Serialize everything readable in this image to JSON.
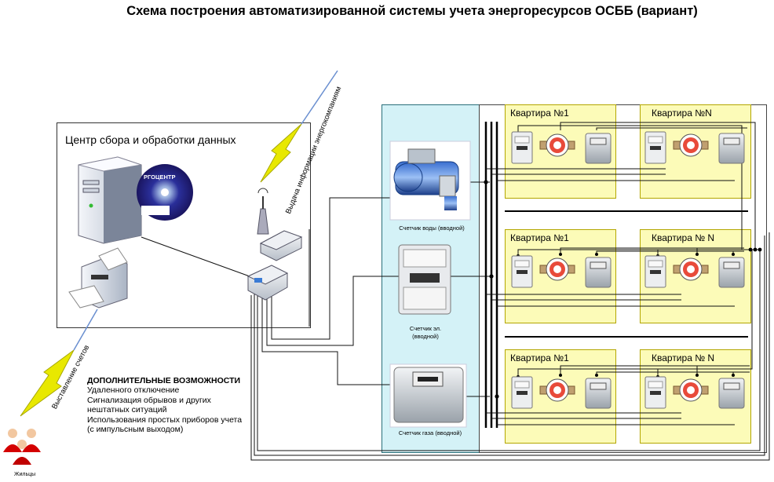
{
  "title": "Схема построения автоматизированной системы учета энергоресурсов ОСББ (вариант)",
  "center": {
    "label": "Центр сбора и обработки данных",
    "disc_text": "РГОЦЕНТР"
  },
  "links": {
    "info_output": "Выдача информации энергокомпаниям",
    "bill_output": "Выставление счетов"
  },
  "meters": {
    "water": "Счетчик воды (вводной)",
    "electric_line1": "Счетчик эл.",
    "electric_line2": "(вводной)",
    "gas": "Счетчик газа (вводной)"
  },
  "apartments": [
    {
      "label": "Квартира №1"
    },
    {
      "label": "Квартира №N"
    },
    {
      "label": "Квартира №1"
    },
    {
      "label": "Квартира № N"
    },
    {
      "label": "Квартира №1"
    },
    {
      "label": "Квартира № N"
    }
  ],
  "extras": {
    "heading": "ДОПОЛНИТЕЛЬНЫЕ ВОЗМОЖНОСТИ",
    "items": [
      "Удаленного отключение",
      "Сигнализация обрывов и других",
      "нештатных ситуаций",
      "Использования простых приборов учета",
      "(с импульсным выходом)"
    ]
  },
  "residents": {
    "label": "Жильцы"
  },
  "colors": {
    "panel": "#d4f2f7",
    "apartment": "#fcfbb8",
    "lightning": "#e8e800",
    "person": "#d40000"
  }
}
